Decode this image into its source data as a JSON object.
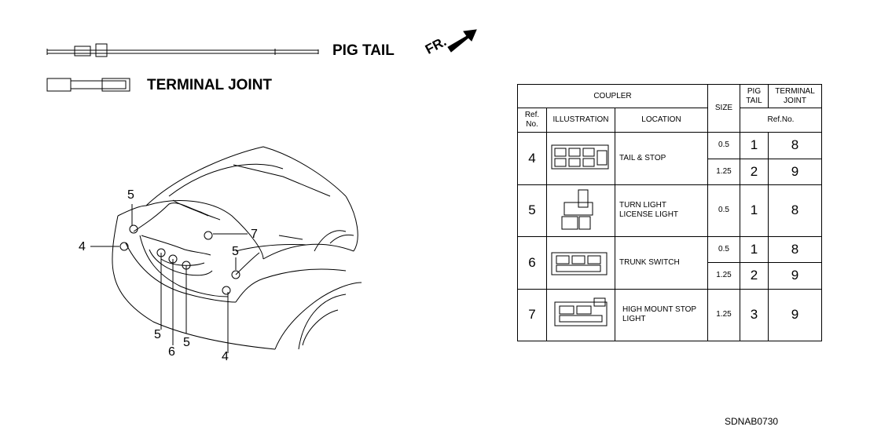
{
  "legend": {
    "pig_tail_label": "PIG TAIL",
    "terminal_joint_label": "TERMINAL JOINT",
    "direction_label": "FR."
  },
  "callouts": {
    "c5_top": "5",
    "c4_left": "4",
    "c7": "7",
    "c5_right": "5",
    "c5_bot1": "5",
    "c6": "6",
    "c5_bot2": "5",
    "c4_bottom": "4"
  },
  "table": {
    "headers": {
      "coupler": "COUPLER",
      "size": "SIZE",
      "pig_tail": "PIG\nTAIL",
      "terminal_joint": "TERMINAL\nJOINT",
      "ref_no_short": "Ref.\nNo.",
      "illustration": "ILLUSTRATION",
      "location": "LOCATION",
      "ref_no": "Ref.No."
    },
    "rows": [
      {
        "ref": "4",
        "location": "TAIL & STOP",
        "sizes": [
          {
            "size": "0.5",
            "pig": "1",
            "term": "8"
          },
          {
            "size": "1.25",
            "pig": "2",
            "term": "9"
          }
        ]
      },
      {
        "ref": "5",
        "location": "TURN LIGHT\nLICENSE LIGHT",
        "sizes": [
          {
            "size": "0.5",
            "pig": "1",
            "term": "8"
          }
        ]
      },
      {
        "ref": "6",
        "location": "TRUNK SWITCH",
        "sizes": [
          {
            "size": "0.5",
            "pig": "1",
            "term": "8"
          },
          {
            "size": "1.25",
            "pig": "2",
            "term": "9"
          }
        ]
      },
      {
        "ref": "7",
        "location": "HIGH MOUNT STOP\nLIGHT",
        "sizes": [
          {
            "size": "1.25",
            "pig": "3",
            "term": "9"
          }
        ]
      }
    ]
  },
  "diagram_code": "SDNAB0730"
}
